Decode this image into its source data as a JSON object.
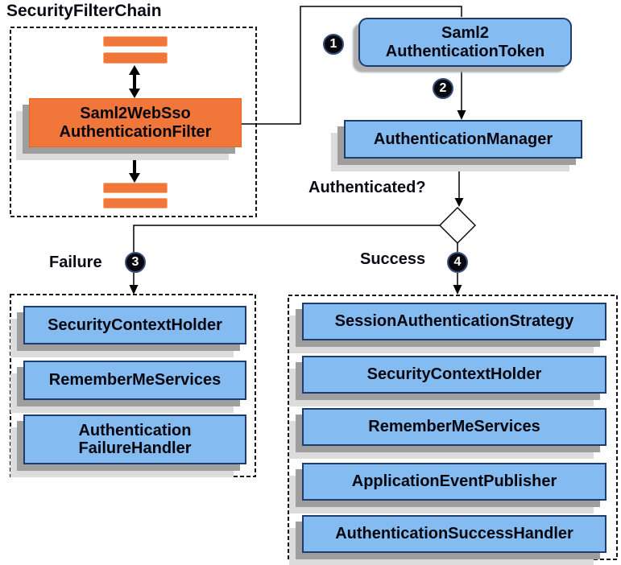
{
  "title": "SecurityFilterChain",
  "colors": {
    "orange": "#F0763A",
    "orange_border": "#F7A97B",
    "blue_fill": "#84BCF1",
    "blue_border": "#1E3C6E",
    "shadow_dark": "#9E9E9E",
    "shadow_light": "#DCDCDC",
    "line": "#000000",
    "text": "#0A0A12",
    "badge_bg": "#07070D",
    "badge_text": "#FFFFFF"
  },
  "filter_chain": {
    "filter_label": "Saml2WebSso\nAuthenticationFilter"
  },
  "flow": {
    "token": {
      "label": "Saml2\nAuthenticationToken",
      "badge": "1"
    },
    "auth_manager": {
      "label": "AuthenticationManager",
      "badge": "2"
    },
    "decision_label": "Authenticated?",
    "failure": {
      "label": "Failure",
      "badge": "3",
      "items": [
        "SecurityContextHolder",
        "RememberMeServices",
        "Authentication\nFailureHandler"
      ]
    },
    "success": {
      "label": "Success",
      "badge": "4",
      "items": [
        "SessionAuthenticationStrategy",
        "SecurityContextHolder",
        "RememberMeServices",
        "ApplicationEventPublisher",
        "AuthenticationSuccessHandler"
      ]
    }
  }
}
